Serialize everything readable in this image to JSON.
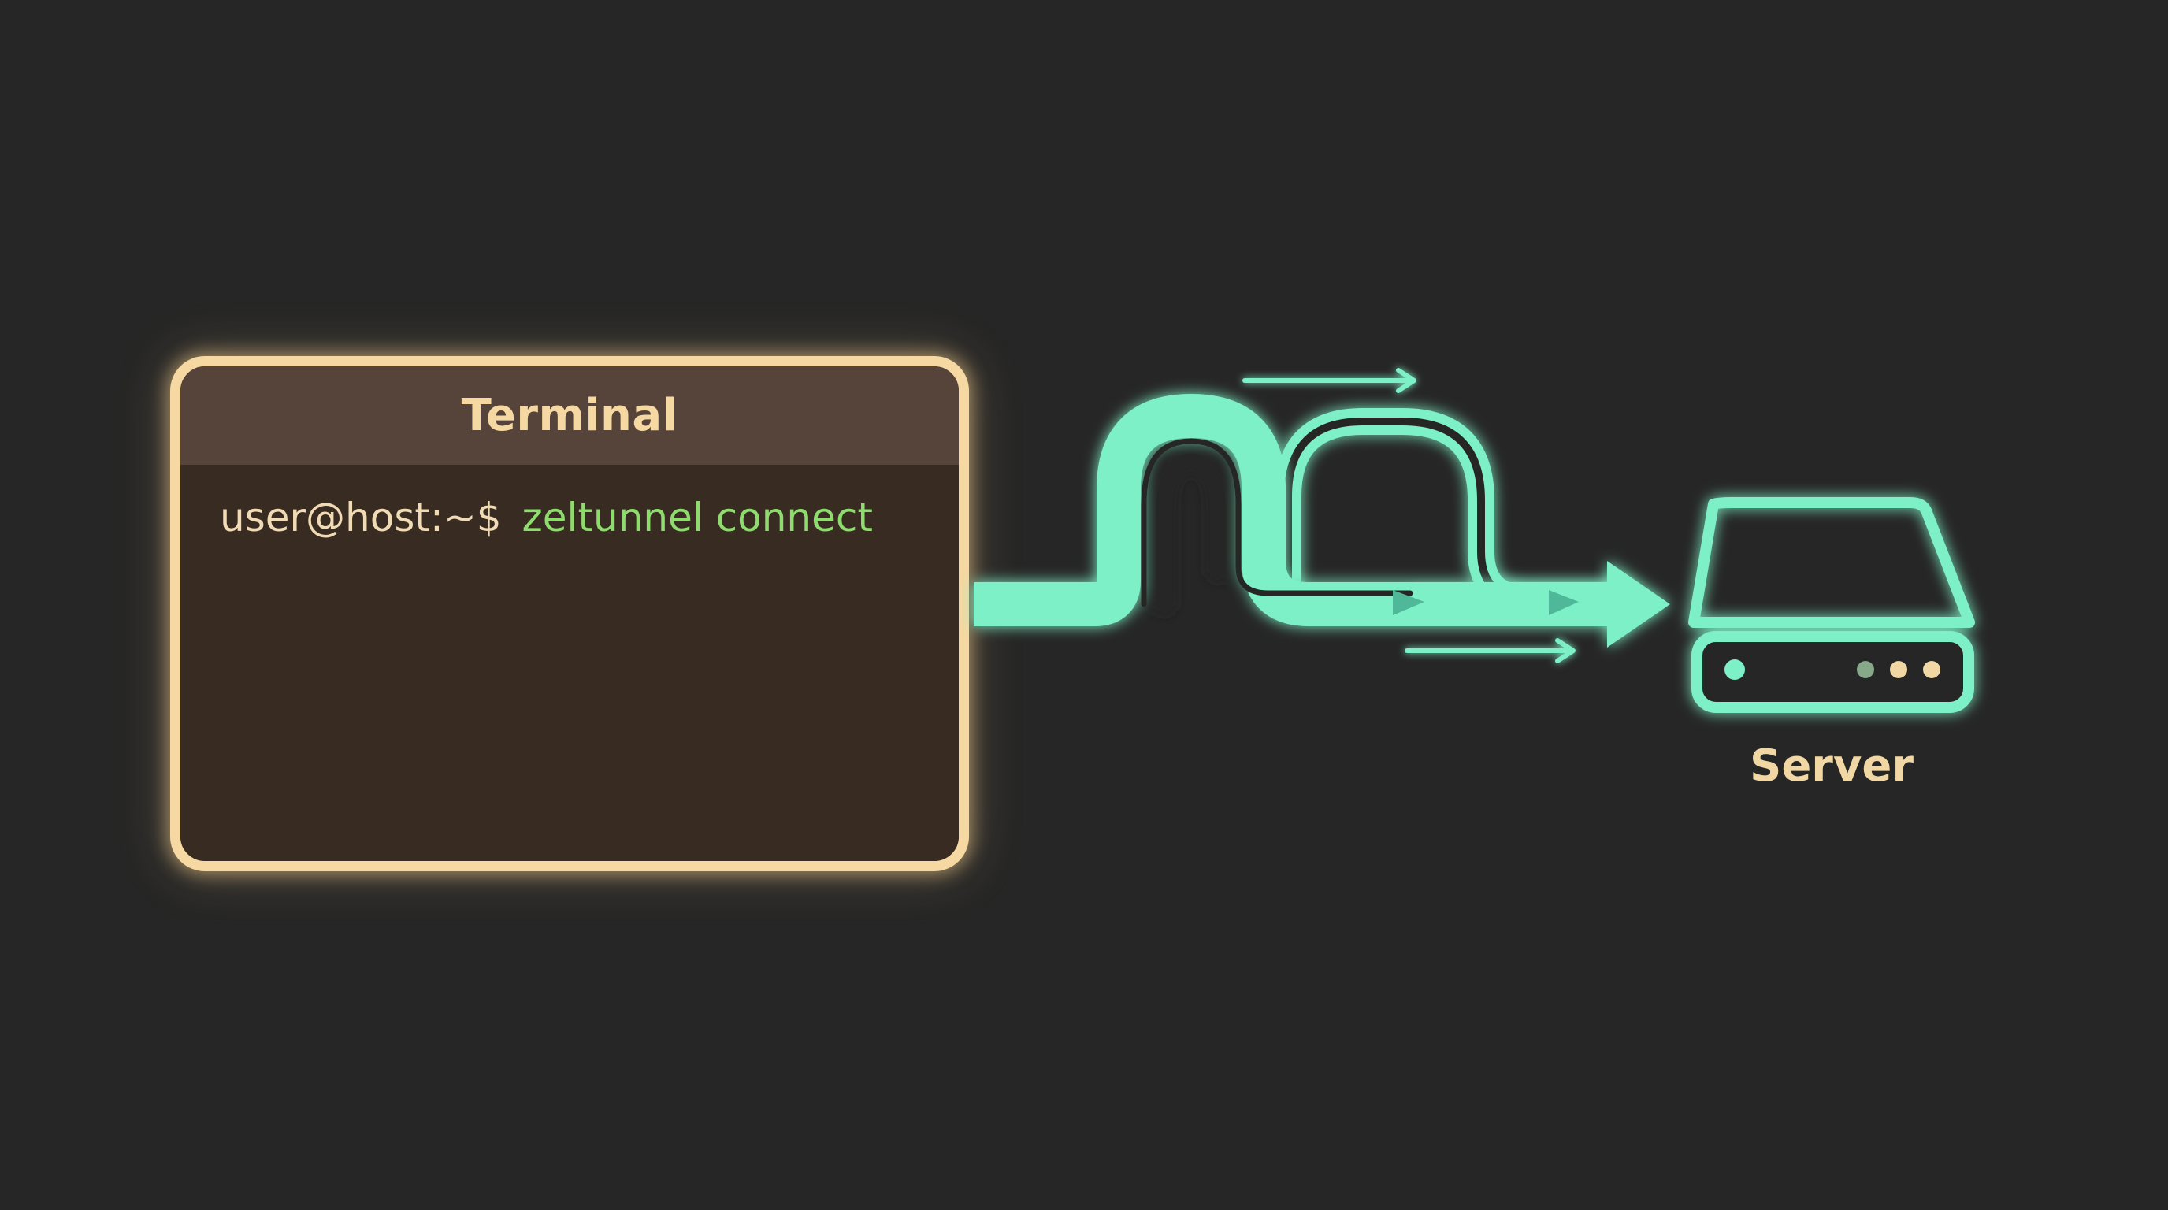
{
  "terminal": {
    "title": "Terminal",
    "prompt": "user@host:~$",
    "command": "zeltunnel connect"
  },
  "server": {
    "label": "Server",
    "icon": "server-icon"
  },
  "colors": {
    "background": "#262626",
    "terminal_border": "#f6d8a2",
    "tunnel": "#7ef0c8",
    "command_text": "#8edc6e"
  }
}
